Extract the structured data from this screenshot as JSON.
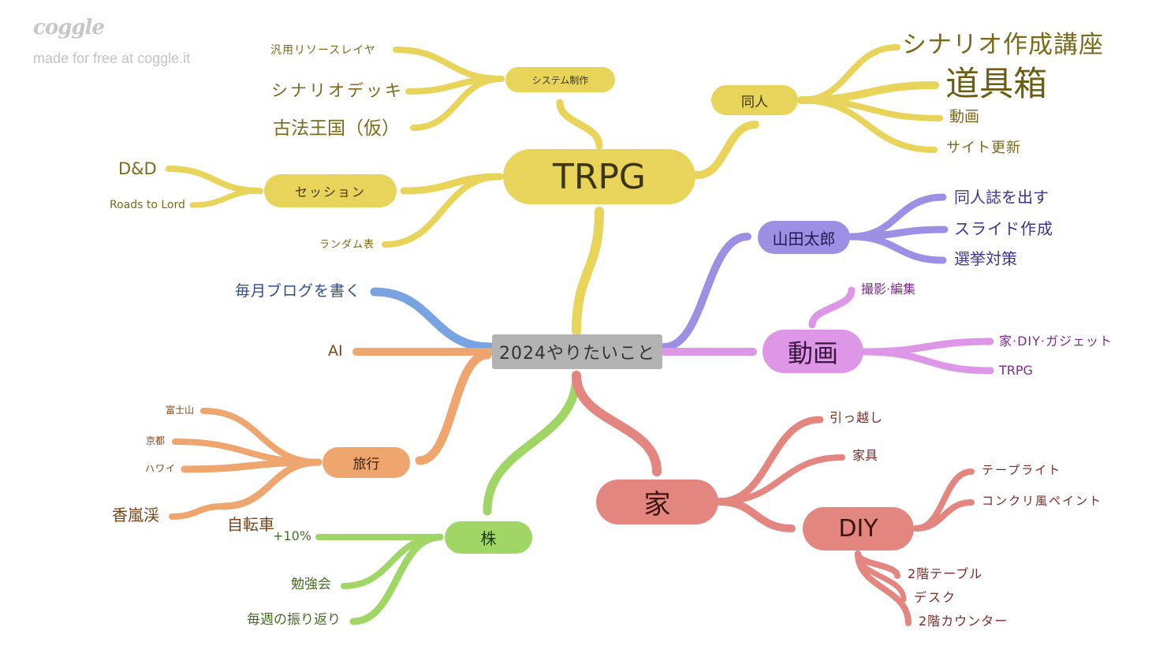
{
  "brand": {
    "logo": "coggle",
    "tagline": "made for free at coggle.it"
  },
  "colors": {
    "trpg": "#e8d45a",
    "trpg_text": "#7a6a1a",
    "yamada": "#9d90e4",
    "yamada_text": "#3e3590",
    "douga": "#de96e6",
    "douga_text": "#7e2b8c",
    "ie": "#e38680",
    "ie_text": "#7a2a25",
    "kabu": "#9fd665",
    "kabu_text": "#456e22",
    "ryokou": "#eea56e",
    "ryokou_text": "#7a4418",
    "ai": "#eea56e",
    "blog": "#7aa3e2",
    "blog_text": "#2d4e8a",
    "root": "#b3b3b3"
  },
  "root": {
    "label": "2024やりたいこと"
  },
  "nodes": {
    "trpg": "TRPG",
    "system": "システム制作",
    "doujin": "同人",
    "session": "セッション",
    "yamada": "山田太郎",
    "douga": "動画",
    "ie": "家",
    "diy": "DIY",
    "kabu": "株",
    "ryokou": "旅行"
  },
  "leaves": {
    "hanyou": "汎用リソースレイヤ",
    "scenario_deck": "シナリオデッキ",
    "kohou": "古法王国（仮）",
    "dnd": "D&D",
    "roads": "Roads to Lord",
    "random": "ランダム表",
    "scenario_kouza": "シナリオ作成講座",
    "dougubako": "道具箱",
    "doujin_douga": "動画",
    "site": "サイト更新",
    "doujinshi": "同人誌を出す",
    "slide": "スライド作成",
    "senkyo": "選挙対策",
    "satsuei": "撮影·編集",
    "ie_diy": "家·DIY·ガジェット",
    "douga_trpg": "TRPG",
    "blog": "毎月ブログを書く",
    "ai": "AI",
    "hikkoshi": "引っ越し",
    "kagu": "家具",
    "tape": "テープライト",
    "paint": "コンクリ風ペイント",
    "table2": "2階テーブル",
    "desk": "デスク",
    "counter2": "2階カウンター",
    "plus10": "+10%",
    "benkyou": "勉強会",
    "furikaeri": "毎週の振り返り",
    "fuji": "富士山",
    "kyoto": "京都",
    "hawaii": "ハワイ",
    "kourankei": "香嵐渓",
    "jitensha": "自転車"
  }
}
